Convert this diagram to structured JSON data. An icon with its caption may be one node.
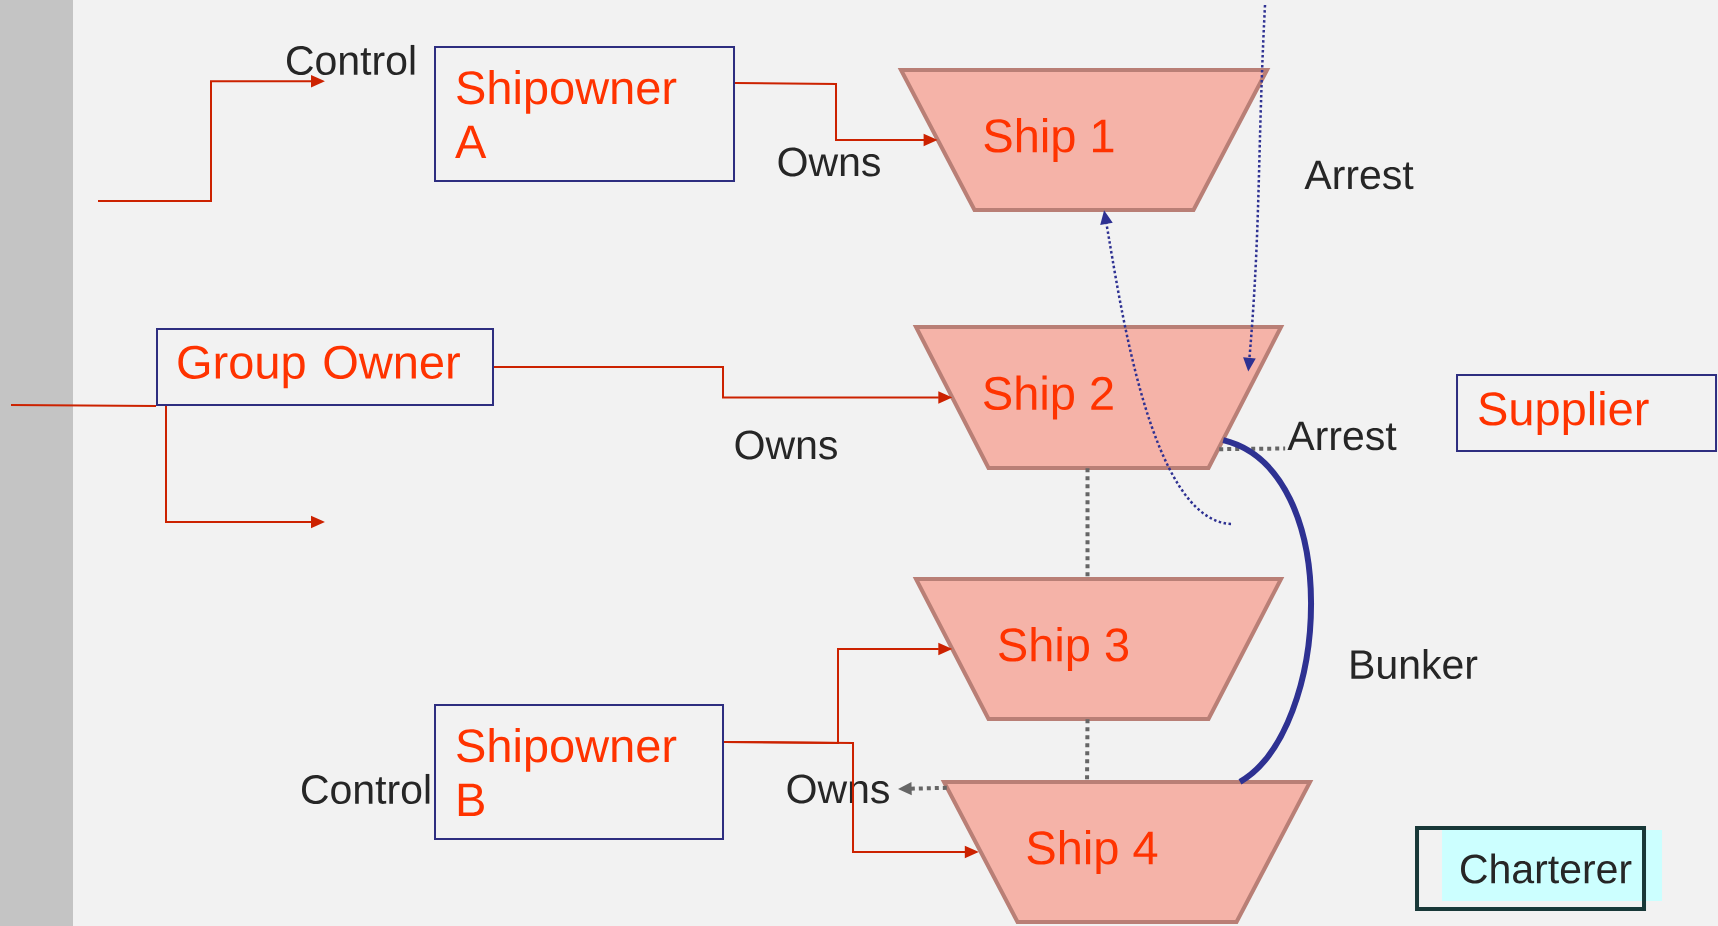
{
  "diagram": {
    "nodes": [
      {
        "text": [
          "Control"
        ]
      },
      {
        "text": [
          "Shipowner A"
        ]
      },
      {
        "text": [
          "Ship 1"
        ]
      },
      {
        "text": [
          "Group Owner"
        ]
      },
      {
        "text": [
          "Ship 2"
        ]
      },
      {
        "text": [
          "Arrest"
        ]
      },
      {
        "text": [
          "Supplier"
        ]
      },
      {
        "text": [
          "Ship 3"
        ]
      },
      {
        "text": [
          "Shipowner B"
        ],
        "beside": [
          "Control"
        ]
      },
      {
        "text": [
          "Owns"
        ]
      },
      {
        "text": [
          "Ship 4"
        ]
      },
      {
        "text": [
          "Charterer"
        ]
      }
    ],
    "edges": [
      {
        "from": null,
        "to": 0,
        "arrow": "to"
      },
      {
        "from": 1,
        "to": 2,
        "arrow": "to",
        "label": "Owns"
      },
      {
        "from": null,
        "to": 3,
        "arrow": "none"
      },
      {
        "from": 3,
        "to": null,
        "arrow": "to"
      },
      {
        "from": 3,
        "to": 4,
        "arrow": "to",
        "label": "Owns"
      },
      {
        "from": null,
        "to": 4,
        "arrow": "to",
        "style": "dashed",
        "color": "#2e3192"
      },
      {
        "from": null,
        "to": 2,
        "arrow": "to",
        "style": "dashed",
        "color": "#2e3192"
      },
      {
        "from": 4,
        "to": 5,
        "arrow": "none",
        "style": "dashed",
        "color": "#666666"
      },
      {
        "from": 4,
        "to": 7,
        "arrow": "none",
        "style": "dashed",
        "color": "#666666"
      },
      {
        "from": 7,
        "to": 10,
        "arrow": "none",
        "style": "dashed",
        "color": "#666666"
      },
      {
        "from": 4,
        "to": 10,
        "arrow": "none",
        "style": "thick",
        "color": "#2e3192"
      },
      {
        "from": 8,
        "to": 7,
        "arrow": "to"
      },
      {
        "from": 8,
        "to": 10,
        "arrow": "to"
      },
      {
        "from": 10,
        "to": 9,
        "arrow": "to",
        "style": "dashed",
        "color": "#666666"
      }
    ],
    "labels": [
      "Arrest",
      "Bunker"
    ]
  }
}
